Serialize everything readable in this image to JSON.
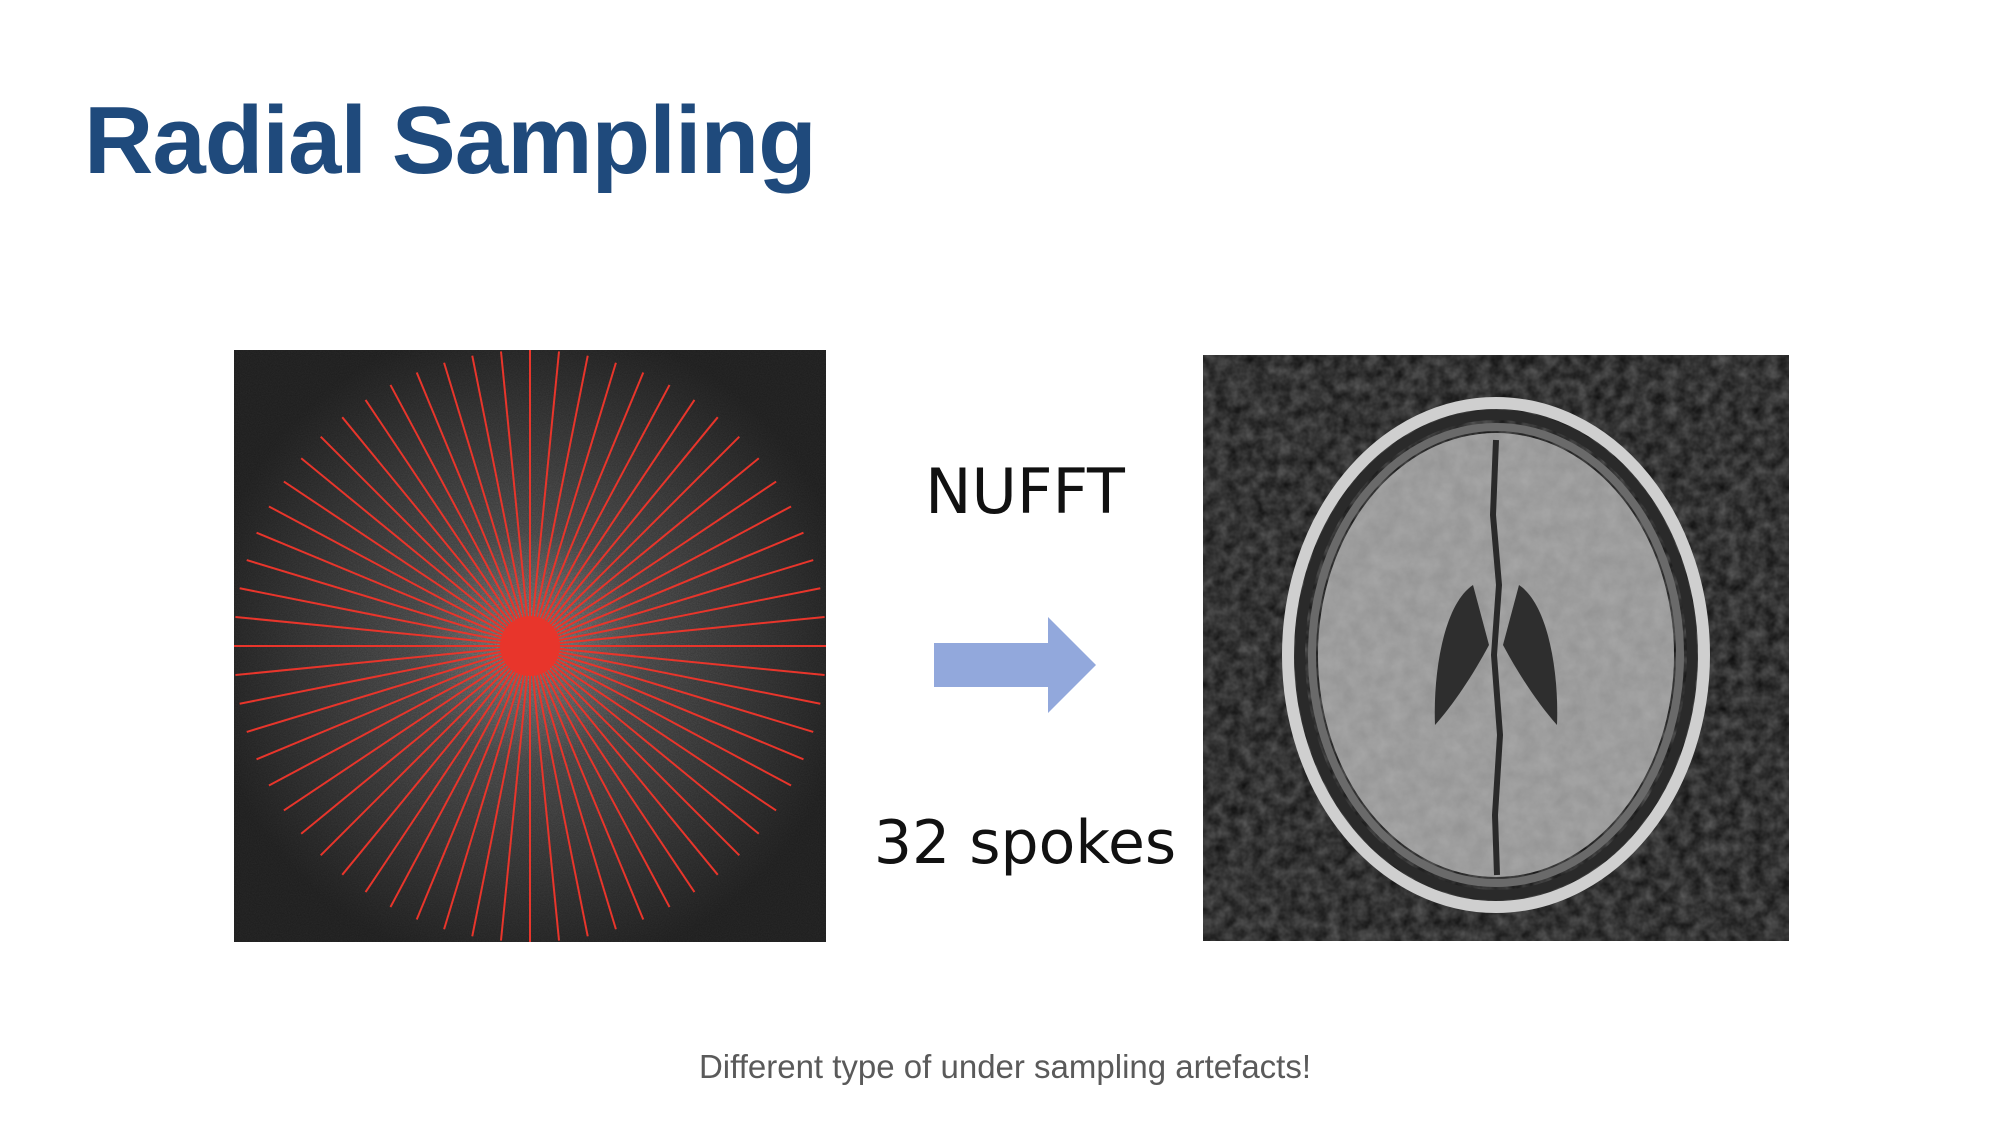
{
  "slide": {
    "title": "Radial Sampling",
    "method_label": "NUFFT",
    "spokes_label": "32 spokes",
    "caption": "Different type of under sampling artefacts!"
  },
  "sampling": {
    "spokes": 32,
    "line_color": "#e8352b"
  },
  "colors": {
    "title": "#1f4a7c",
    "caption": "#5a5a5a",
    "arrow": "#92a8dc",
    "panel_background": "#2b2b2b"
  },
  "icons": {
    "arrow": "arrow-right-icon"
  }
}
